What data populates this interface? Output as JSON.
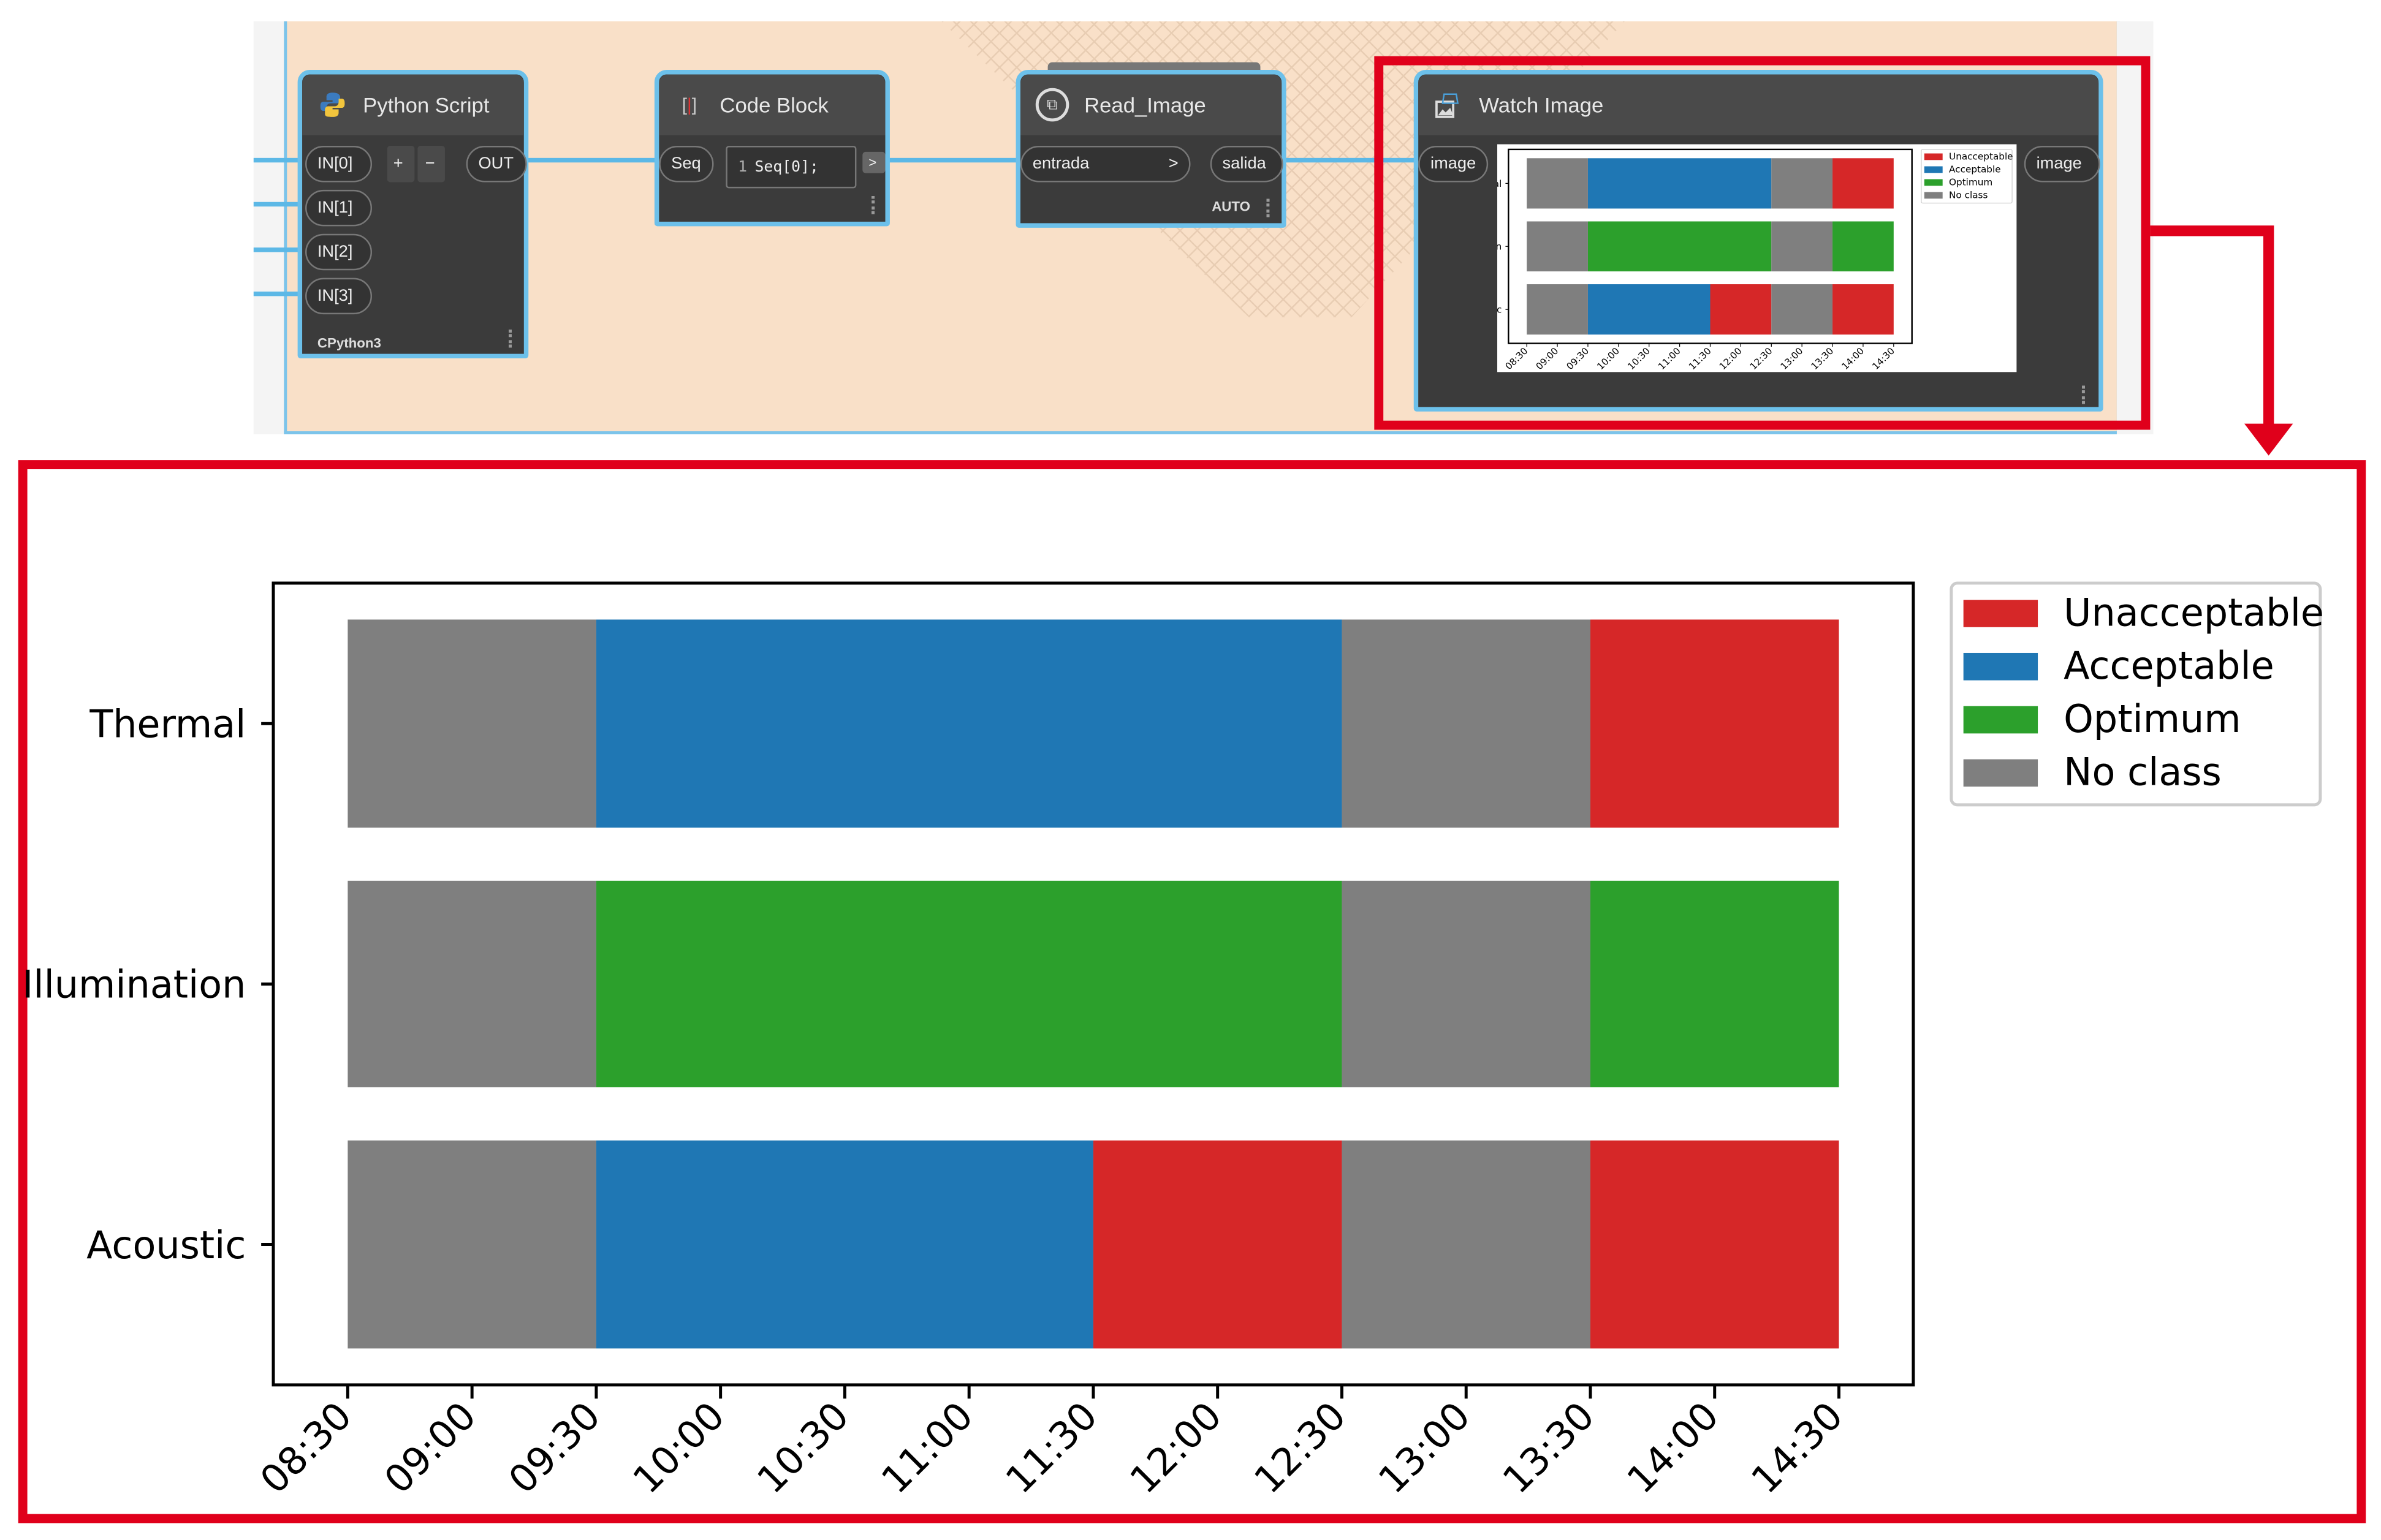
{
  "nodes": {
    "python": {
      "title": "Python Script",
      "inputs": [
        "IN[0]",
        "IN[1]",
        "IN[2]",
        "IN[3]"
      ],
      "add": "+",
      "remove": "−",
      "output": "OUT",
      "engine": "CPython3"
    },
    "code_block": {
      "title": "Code Block",
      "input": "Seq",
      "line_number": "1",
      "code": "Seq[0];",
      "output": ">"
    },
    "read_image": {
      "title": "Read_Image",
      "input": "entrada",
      "input_arrow": ">",
      "output": "salida",
      "lacing": "AUTO"
    },
    "watch_image": {
      "title": "Watch Image",
      "input": "image",
      "output": "image"
    }
  },
  "colors": {
    "highlight": "#e0001b",
    "wire": "#5cb8e6",
    "canvas": "#f9e0c8",
    "node": "#3b3b3b"
  },
  "chart_data": {
    "type": "bar",
    "orientation": "horizontal-timeline",
    "categories": [
      "Thermal",
      "Illumination",
      "Acoustic"
    ],
    "x_ticks": [
      "08:30",
      "09:00",
      "09:30",
      "10:00",
      "10:30",
      "11:00",
      "11:30",
      "12:00",
      "12:30",
      "13:00",
      "13:30",
      "14:00",
      "14:30"
    ],
    "xlim": [
      "08:30",
      "14:30"
    ],
    "legend": {
      "position": "outside-top-right",
      "entries": [
        {
          "name": "Unacceptable",
          "color": "#d62728"
        },
        {
          "name": "Acceptable",
          "color": "#1f77b4"
        },
        {
          "name": "Optimum",
          "color": "#2ca02c"
        },
        {
          "name": "No class",
          "color": "#7f7f7f"
        }
      ]
    },
    "series": [
      {
        "category": "Thermal",
        "segments": [
          {
            "start": "08:30",
            "end": "09:30",
            "class": "No class"
          },
          {
            "start": "09:30",
            "end": "12:30",
            "class": "Acceptable"
          },
          {
            "start": "12:30",
            "end": "13:30",
            "class": "No class"
          },
          {
            "start": "13:30",
            "end": "14:30",
            "class": "Unacceptable"
          }
        ]
      },
      {
        "category": "Illumination",
        "segments": [
          {
            "start": "08:30",
            "end": "09:30",
            "class": "No class"
          },
          {
            "start": "09:30",
            "end": "12:30",
            "class": "Optimum"
          },
          {
            "start": "12:30",
            "end": "13:30",
            "class": "No class"
          },
          {
            "start": "13:30",
            "end": "14:30",
            "class": "Optimum"
          }
        ]
      },
      {
        "category": "Acoustic",
        "segments": [
          {
            "start": "08:30",
            "end": "09:30",
            "class": "No class"
          },
          {
            "start": "09:30",
            "end": "11:30",
            "class": "Acceptable"
          },
          {
            "start": "11:30",
            "end": "12:30",
            "class": "Unacceptable"
          },
          {
            "start": "12:30",
            "end": "13:30",
            "class": "No class"
          },
          {
            "start": "13:30",
            "end": "14:30",
            "class": "Unacceptable"
          }
        ]
      }
    ],
    "grid": false
  }
}
